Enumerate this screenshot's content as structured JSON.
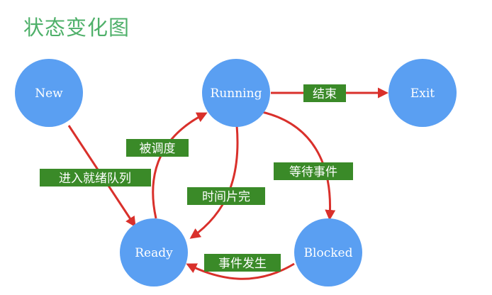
{
  "title": "状态变化图",
  "colors": {
    "title": "#4fb06a",
    "node_fill": "#5a9ff2",
    "edge": "#d9302b",
    "label_bg": "#3a8a28",
    "label_text": "#ffffff"
  },
  "nodes": {
    "new": "New",
    "running": "Running",
    "exit": "Exit",
    "ready": "Ready",
    "blocked": "Blocked"
  },
  "edges": {
    "new_ready": "进入就绪队列",
    "ready_running": "被调度",
    "running_ready": "时间片完",
    "running_exit": "结束",
    "running_blocked": "等待事件",
    "blocked_ready": "事件发生"
  }
}
